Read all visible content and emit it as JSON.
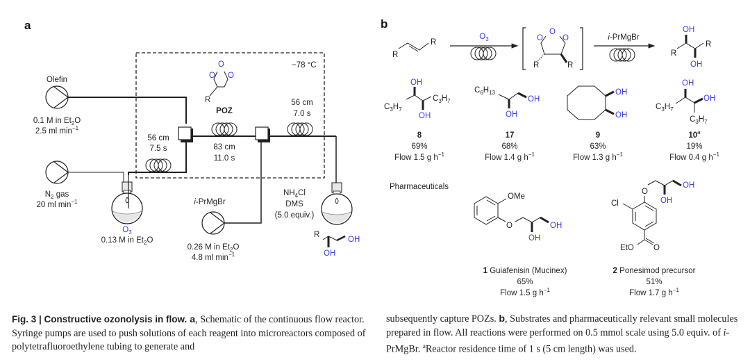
{
  "panel_a": {
    "label": "a",
    "temperature": "−78 °C",
    "olefin": {
      "name": "Olefin",
      "conc": "0.1 M in Et",
      "conc_sub": "2",
      "conc_end": "O",
      "rate": "2.5 ml min",
      "rate_sup": "−1"
    },
    "n2": {
      "name": "N",
      "name_sub": "2",
      "name_end": " gas",
      "rate": "20 ml min",
      "rate_sup": "−1"
    },
    "o3": {
      "name": "O",
      "name_sub": "3",
      "conc": "0.13 M in Et",
      "conc_sub": "2",
      "conc_end": "O"
    },
    "reactor1": {
      "length": "56 cm",
      "time": "7.5 s"
    },
    "reactor2": {
      "length": "83 cm",
      "time": "11.0 s"
    },
    "reactor3": {
      "length": "56 cm",
      "time": "7.0 s"
    },
    "poz": {
      "label": "POZ",
      "o_atom": "O",
      "r_group": "R"
    },
    "grignard": {
      "name_italic": "i",
      "name": "-PrMgBr",
      "conc": "0.26 M in Et",
      "conc_sub": "2",
      "conc_end": "O",
      "rate": "4.8 ml min",
      "rate_sup": "−1"
    },
    "quench": {
      "line1": "NH",
      "line1_sub": "4",
      "line1_end": "Cl",
      "line2": "DMS",
      "line3": "(5.0 equiv.)"
    },
    "product": {
      "r": "R",
      "oh": "OH"
    }
  },
  "panel_b": {
    "label": "b",
    "reagent1": {
      "name": "O",
      "sub": "3"
    },
    "reagent2": {
      "italic": "i",
      "name": "-PrMgBr"
    },
    "r": "R",
    "o": "O",
    "oh": "OH",
    "compounds": [
      {
        "number": "8",
        "sup": "",
        "yield": "69%",
        "flow": "Flow 1.5 g h",
        "flow_sup": "−1",
        "subst": "C",
        "subst_sub": "3",
        "subst_h": "H",
        "subst_sub2": "7"
      },
      {
        "number": "17",
        "sup": "",
        "yield": "68%",
        "flow": "Flow 1.4 g h",
        "flow_sup": "−1",
        "subst": "C",
        "subst_sub": "6",
        "subst_h": "H",
        "subst_sub2": "13"
      },
      {
        "number": "9",
        "sup": "",
        "yield": "63%",
        "flow": "Flow 1.3 g h",
        "flow_sup": "−1"
      },
      {
        "number": "10",
        "sup": "a",
        "yield": "19%",
        "flow": "Flow 0.4 g h",
        "flow_sup": "−1",
        "subst": "C",
        "subst_sub": "3",
        "subst_h": "H",
        "subst_sub2": "7"
      }
    ],
    "pharma_heading": "Pharmaceuticals",
    "pharma": [
      {
        "number": "1",
        "name": " Guiafenisin (Mucinex)",
        "yield": "65%",
        "flow": "Flow 1.5 g h",
        "flow_sup": "−1",
        "ome": "OMe",
        "o": "O"
      },
      {
        "number": "2",
        "name": " Ponesimod precursor",
        "yield": "51%",
        "flow": "Flow 1.7 g h",
        "flow_sup": "−1",
        "cl": "Cl",
        "o": "O",
        "eto": "EtO",
        "co": "O"
      }
    ]
  },
  "caption": {
    "title": "Fig. 3 | Constructive ozonolysis in flow.",
    "a_label": " a",
    "a_text": ", Schematic of the continuous flow reactor. Syringe pumps are used to push solutions of each reagent into microreactors composed of polytetrafluoroethylene tubing to generate and",
    "right_text1": "subsequently capture POZs. ",
    "b_label": "b",
    "b_text": ", Substrates and pharmaceutically relevant small molecules prepared in flow. All reactions were performed on 0.5 mmol scale using 5.0 equiv. of ",
    "italic_i": "i",
    "b_text2": "-PrMgBr. ",
    "footnote_mark": "a",
    "footnote": "Reactor residence time of 1 s (5 cm length) was used."
  },
  "colors": {
    "heteroatom": "#3b3bf0",
    "ink": "#231f20"
  }
}
